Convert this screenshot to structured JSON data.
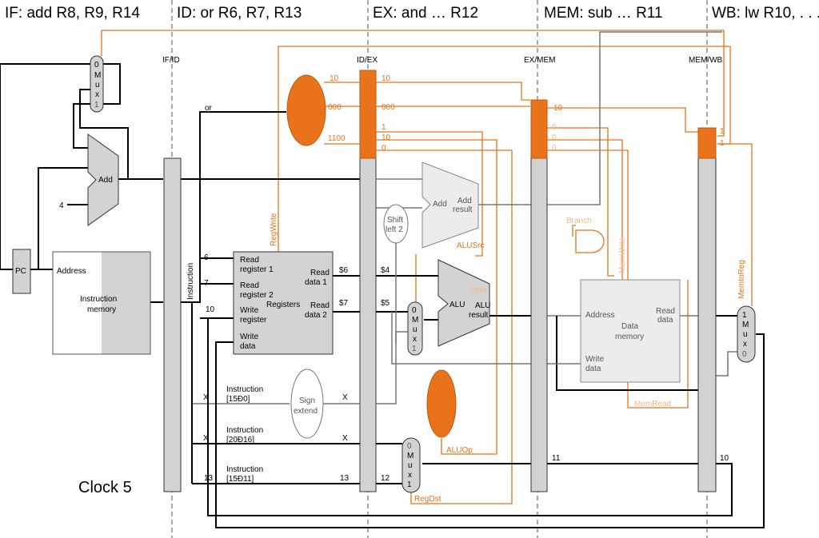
{
  "stages": {
    "if": "IF: add R8, R9, R14",
    "id": "ID: or R6, R7, R13",
    "ex": "EX: and … R12",
    "mem": "MEM: sub … R11",
    "wb": "WB: lw R10, . . ."
  },
  "pipeline_registers": {
    "if_id": "IF/ID",
    "id_ex": "ID/EX",
    "ex_mem": "EX/MEM",
    "mem_wb": "MEM/WB"
  },
  "units": {
    "pc": "PC",
    "add": "Add",
    "instr_mem_address": "Address",
    "instr_mem_line1": "Instruction",
    "instr_mem_line2": "memory",
    "registers": "Registers",
    "read_reg1_l1": "Read",
    "read_reg1_l2": "register 1",
    "read_reg2_l1": "Read",
    "read_reg2_l2": "register 2",
    "write_reg_l1": "Write",
    "write_reg_l2": "register",
    "write_data_l1": "Write",
    "write_data_l2": "data",
    "read_data1_l1": "Read",
    "read_data1_l2": "data 1",
    "read_data2_l1": "Read",
    "read_data2_l2": "data 2",
    "sign_l1": "Sign",
    "sign_l2": "extend",
    "shift_l1": "Shift",
    "shift_l2": "left 2",
    "add2": "Add",
    "add2_result_l1": "Add",
    "add2_result_l2": "result",
    "alu": "ALU",
    "alu_result_l1": "ALU",
    "alu_result_l2": "result",
    "dm_address": "Address",
    "dm_read_l1": "Read",
    "dm_read_l2": "data",
    "dm_l1": "Data",
    "dm_l2": "memory",
    "dm_write_l1": "Write",
    "dm_write_l2": "data",
    "instruction_bus": "Instruction",
    "instr_15_0_l1": "Instruction",
    "instr_15_0_l2": "[15Ð0]",
    "instr_20_16_l1": "Instruction",
    "instr_20_16_l2": "[20Ð16]",
    "instr_15_11_l1": "Instruction",
    "instr_15_11_l2": "[15Ð11]"
  },
  "muxes": {
    "pc_mux": [
      "0",
      "M",
      "u",
      "x",
      "1"
    ],
    "alu_src_mux": [
      "0",
      "M",
      "u",
      "x",
      "1"
    ],
    "reg_dst_mux": [
      "0",
      "M",
      "u",
      "x",
      "1"
    ],
    "wb_mux": [
      "1",
      "M",
      "u",
      "x",
      "0"
    ]
  },
  "values": {
    "four": "4",
    "or": "or",
    "rs": "6",
    "rt": "7",
    "rd_in": "10",
    "x1": "X",
    "x2": "X",
    "x3": "X",
    "x4": "X",
    "r13": "13",
    "r13b": "13",
    "r12": "12",
    "reg6": "$6",
    "reg7": "$7",
    "reg4": "$4",
    "reg5": "$5",
    "r11": "11",
    "r10": "10",
    "ctrl_wb": "10",
    "ctrl_m": "000",
    "ctrl_ex": "1100",
    "idex_wb": "10",
    "idex_m": "000",
    "idex_ex1": "1",
    "idex_ex2": "10",
    "idex_ex3": "0",
    "exmem_wb": "10",
    "exmem_m1": "0",
    "exmem_m2": "0",
    "exmem_m3": "0",
    "memwb_1": "1",
    "memwb_2": "1"
  },
  "control": {
    "regwrite": "RegWrite",
    "branch": "Branch",
    "memwrite": "MemWrite",
    "memread": "MemRead",
    "memtoreg": "MemtoReg",
    "alusrc": "ALUSrc",
    "aluop": "ALUOp",
    "regdst": "RegDst"
  },
  "clock": "Clock 5",
  "colors": {
    "control": "#e8731a",
    "block": "#d3d3d3"
  }
}
